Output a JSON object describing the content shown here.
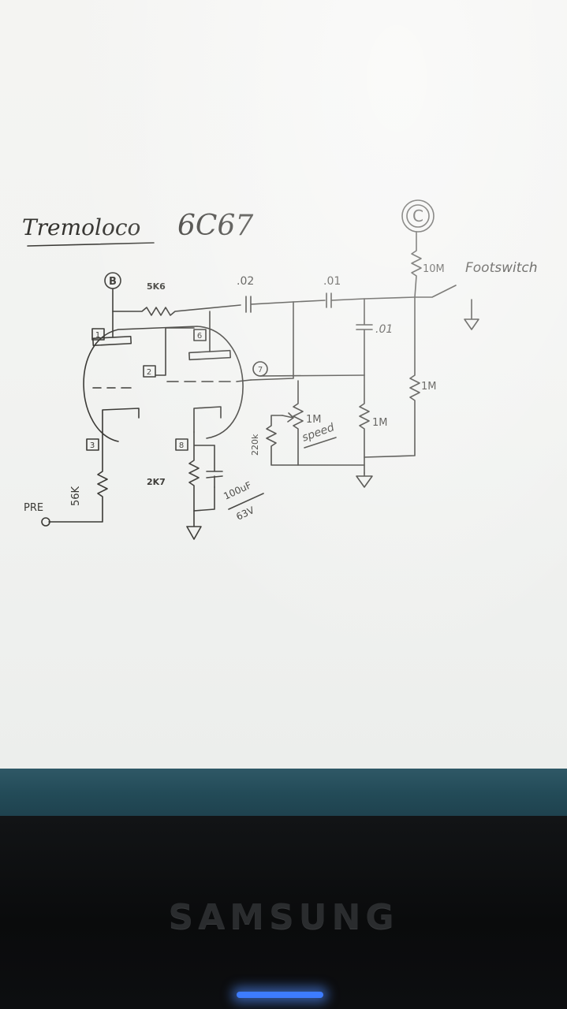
{
  "schematic": {
    "title": "Tremoloco",
    "tube": "6C67",
    "node_b": "B",
    "node_c": "C",
    "pin1": "1",
    "pin2": "2",
    "pin3": "3",
    "pin6": "6",
    "pin7": "7",
    "pin8": "8",
    "res_5k6": "5K6",
    "res_2k7": "2K7",
    "cap_02": ".02",
    "cap_01a": ".01",
    "cap_01b": ".01",
    "res_10m": "10M",
    "footswitch": "Footswitch",
    "res_1m_a": "1M",
    "res_1m_pot": "1M",
    "speed": "speed",
    "res_1m_b": "1M",
    "res_220k": "220k",
    "res_56k": "56K",
    "cap_100uf": "100uF",
    "cap_63v": "63V",
    "pre": "PRE"
  },
  "monitor": {
    "brand": "SAMSUNG"
  }
}
